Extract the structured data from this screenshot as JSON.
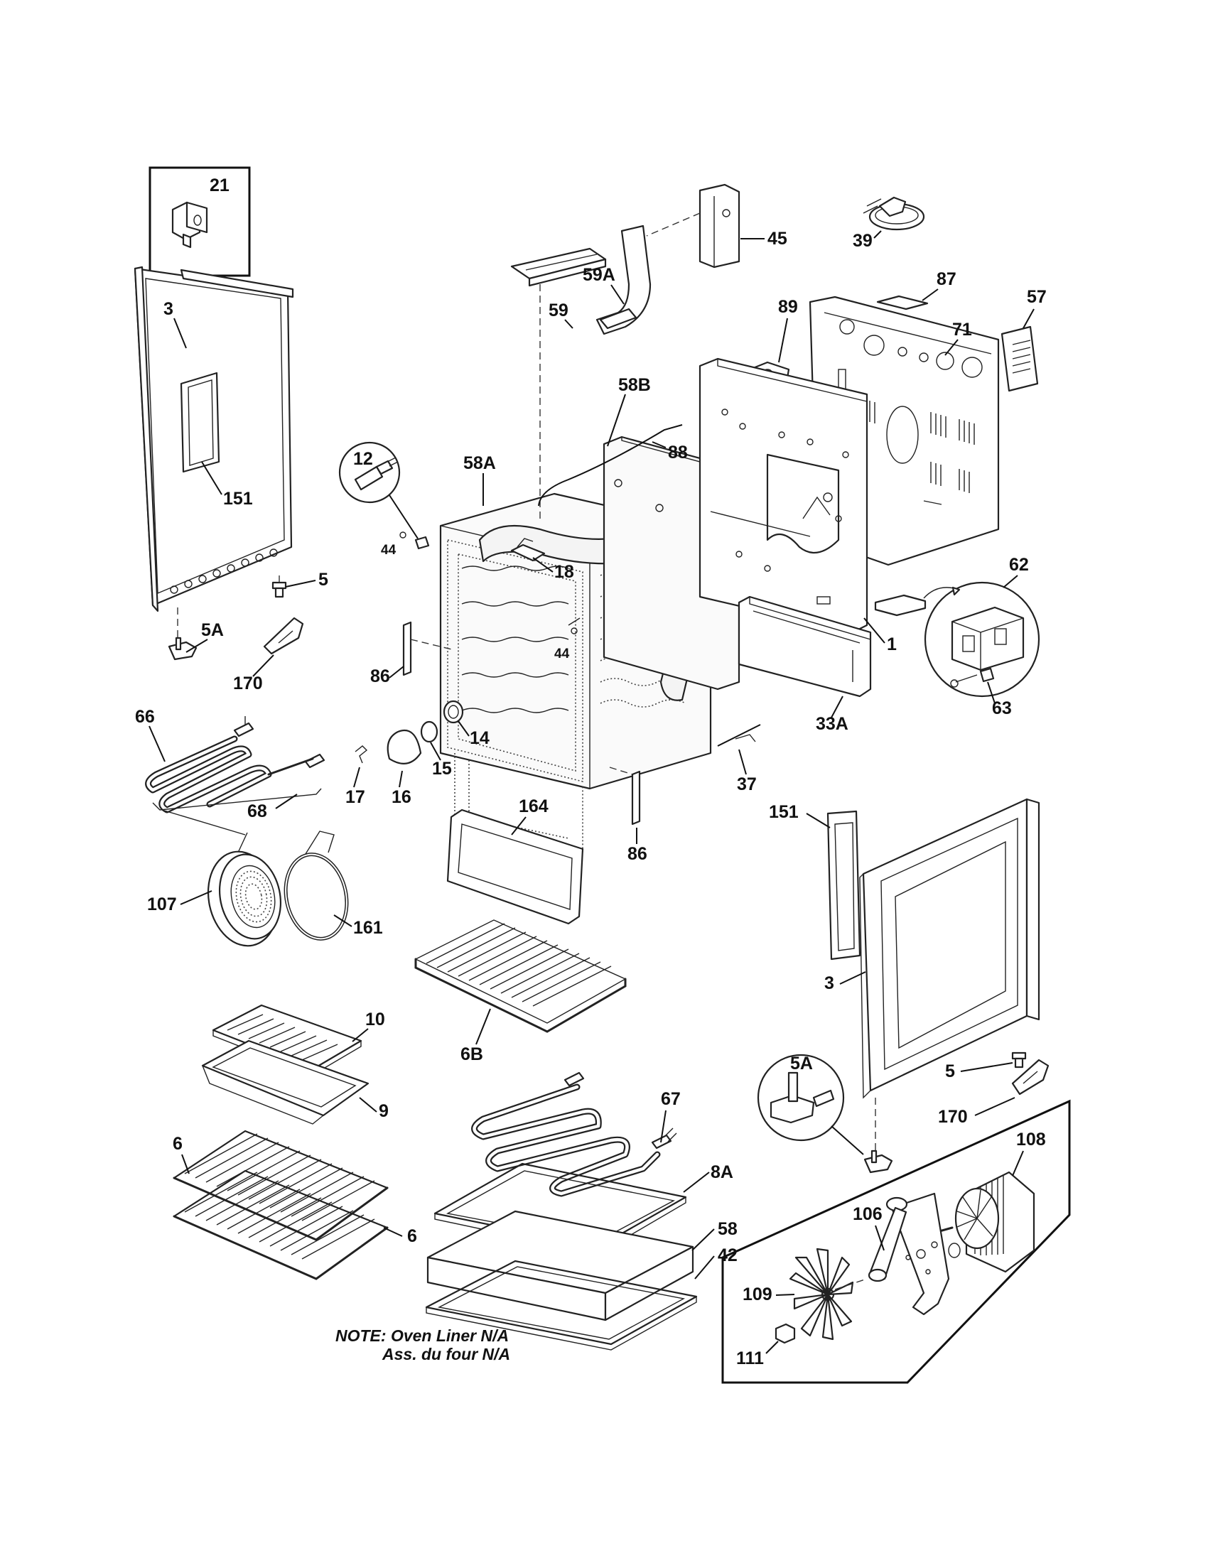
{
  "callouts": {
    "p21": "21",
    "p3_left": "3",
    "p151_left": "151",
    "p5_left": "5",
    "p5a_left": "5A",
    "p170_left": "170",
    "p66": "66",
    "p68": "68",
    "p12": "12",
    "p44_a": "44",
    "p44_b": "44",
    "p58a": "58A",
    "p18": "18",
    "p86_a": "86",
    "p86_b": "86",
    "p14": "14",
    "p15": "15",
    "p16": "16",
    "p17": "17",
    "p164": "164",
    "p59": "59",
    "p59a": "59A",
    "p45": "45",
    "p58b": "58B",
    "p88": "88",
    "p89": "89",
    "p39": "39",
    "p87": "87",
    "p71": "71",
    "p57": "57",
    "p1": "1",
    "p62": "62",
    "p63": "63",
    "p33a": "33A",
    "p37": "37",
    "p151_right": "151",
    "p3_right": "3",
    "p5_right": "5",
    "p5a_right": "5A",
    "p170_right": "170",
    "p107": "107",
    "p161": "161",
    "p10": "10",
    "p9": "9",
    "p6_a": "6",
    "p6_b": "6",
    "p6b": "6B",
    "p67": "67",
    "p8a": "8A",
    "p58": "58",
    "p42": "42",
    "p108": "108",
    "p106": "106",
    "p109": "109",
    "p111": "111"
  },
  "note": {
    "line1": "NOTE: Oven Liner N/A",
    "line2": "Ass. du four N/A"
  }
}
